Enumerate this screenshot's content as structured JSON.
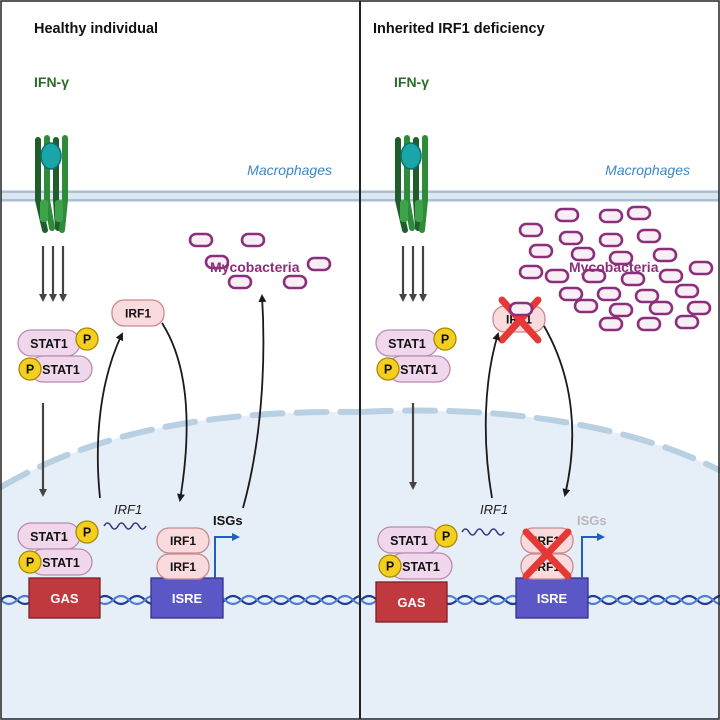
{
  "panels": [
    {
      "id": "healthy",
      "title": "Healthy individual",
      "ifn_label": "IFN-γ",
      "cell_label": "Macrophages",
      "bacteria_label": "Mycobacteria",
      "stat_label": "STAT1",
      "phospho_label": "P",
      "irf1_protein_label": "IRF1",
      "irf1_mrna_label": "IRF1",
      "gas_label": "GAS",
      "isre_label": "ISRE",
      "isgs_label": "ISGs",
      "irf1_functional": true,
      "bacteria_count": 6
    },
    {
      "id": "deficient",
      "title": "Inherited IRF1 deficiency",
      "ifn_label": "IFN-γ",
      "cell_label": "Macrophages",
      "bacteria_label": "Mycobacteria",
      "stat_label": "STAT1",
      "phospho_label": "P",
      "irf1_protein_label": "IRF1",
      "irf1_mrna_label": "IRF1",
      "gas_label": "GAS",
      "isre_label": "ISRE",
      "isgs_label": "ISGs",
      "irf1_functional": false,
      "bacteria_count": 29
    }
  ],
  "colors": {
    "ifn_text": "#2a6b25",
    "cell_label": "#3b86c6",
    "mycobacteria": "#8b2f7a",
    "stat1_fill": "#f1d7ec",
    "phospho_fill": "#f4cf1f",
    "irf1_fill": "#f9dadd",
    "gas_fill": "#c0393f",
    "isre_fill": "#5b57c7",
    "dna": "#1f3c8f",
    "nucleus_fill": "#e6eff8",
    "block_x": "#e53935",
    "isgs_faded": "#b8b8b8"
  }
}
